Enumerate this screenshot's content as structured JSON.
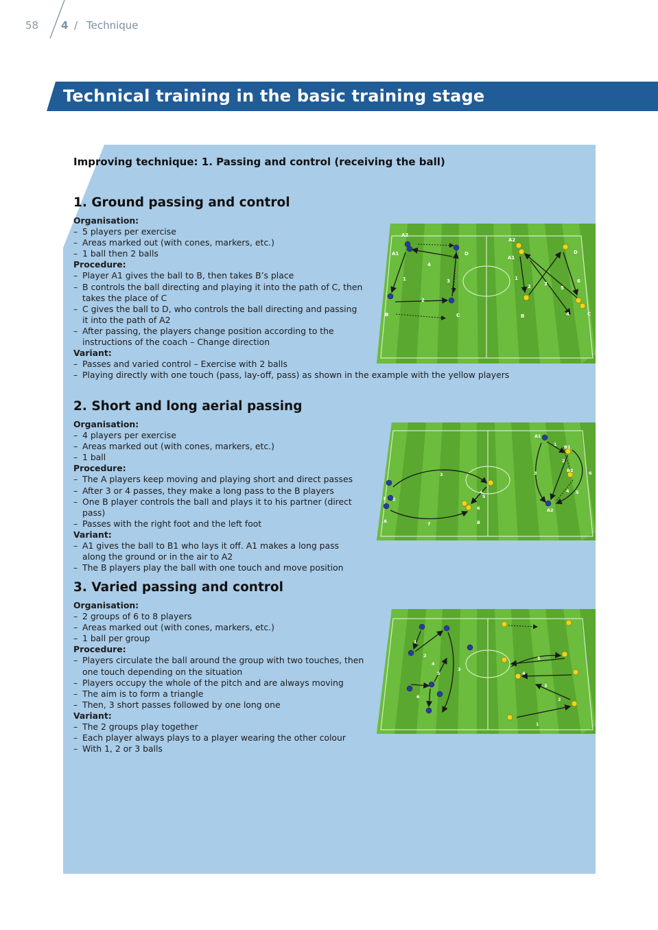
{
  "header": {
    "page_number": "58",
    "chapter_number": "4",
    "separator": "/",
    "chapter_title": "Technique"
  },
  "title": "Technical training in the basic training stage",
  "subheading": "Improving technique: 1. Passing and control (receiving the ball)",
  "colors": {
    "banner_blue": "#1f5c98",
    "panel_blue": "#a9cce8",
    "pitch_green_light": "#6cbc3e",
    "pitch_green_dark": "#5aa82f",
    "team_blue": "#2a3c9c",
    "team_yellow": "#f2d21e"
  },
  "sections": [
    {
      "heading": "1. Ground passing and control",
      "organisation_label": "Organisation:",
      "organisation": [
        "5 players per exercise",
        "Areas marked out (with cones, markers, etc.)",
        "1 ball then 2 balls"
      ],
      "procedure_label": "Procedure:",
      "procedure": [
        "Player A1 gives the ball to B, then takes B’s place",
        "B controls the ball directing and playing it into the path of C, then takes the place of C",
        "C gives the ball to D, who controls the ball directing and passing it into the path of A2",
        "After passing, the players change position according to the instructions of the coach – Change direction"
      ],
      "variant_label": "Variant:",
      "variant": [
        "Passes and varied control – Exercise with 2 balls",
        "Playing directly with one touch (pass, lay-off, pass) as shown in the example with the yellow players"
      ],
      "diagram_labels": {
        "left": [
          "A2",
          "A1",
          "D",
          "B",
          "C",
          "1",
          "2",
          "3",
          "4"
        ],
        "right": [
          "A2",
          "A1",
          "D",
          "B",
          "C",
          "1",
          "2",
          "3",
          "4",
          "5",
          "6"
        ]
      }
    },
    {
      "heading": "2. Short and long aerial passing",
      "organisation_label": "Organisation:",
      "organisation": [
        "4 players per exercise",
        "Areas marked out (with cones, markers, etc.)",
        "1 ball"
      ],
      "procedure_label": "Procedure:",
      "procedure": [
        "The A players keep moving and playing short and direct passes",
        "After 3 or 4 passes, they make a long pass to the B players",
        "One B player controls the ball and plays it to his partner (direct pass)",
        "Passes with the right foot and the left foot"
      ],
      "variant_label": "Variant:",
      "variant": [
        "A1 gives the ball to B1 who lays it off. A1 makes a long pass along the ground or in the air to A2",
        "The B players play the ball with one touch and move position"
      ],
      "diagram_labels": {
        "left": [
          "A",
          "B",
          "1",
          "2",
          "3",
          "4",
          "5",
          "6",
          "7"
        ],
        "right": [
          "A1",
          "B1",
          "B2",
          "A2",
          "1",
          "2",
          "3",
          "4",
          "5",
          "6"
        ]
      }
    },
    {
      "heading": "3. Varied passing and control",
      "organisation_label": "Organisation:",
      "organisation": [
        "2 groups of 6 to 8 players",
        "Areas marked out (with cones, markers, etc.)",
        "1 ball per group"
      ],
      "procedure_label": "Procedure:",
      "procedure": [
        "Players circulate the ball around the group with two touches, then one touch depending on the situation",
        "Players occupy the whole of the pitch and are always moving",
        "The aim is to form a triangle",
        "Then, 3 short passes followed by one long one"
      ],
      "variant_label": "Variant:",
      "variant": [
        "The 2 groups play together",
        "Each player always plays to a player wearing the other colour",
        "With 1, 2 or 3 balls"
      ],
      "diagram_labels": {
        "left": [
          "1",
          "2",
          "3",
          "4",
          "5",
          "6"
        ],
        "right": [
          "1",
          "2",
          "3",
          "4",
          "5"
        ]
      }
    }
  ]
}
